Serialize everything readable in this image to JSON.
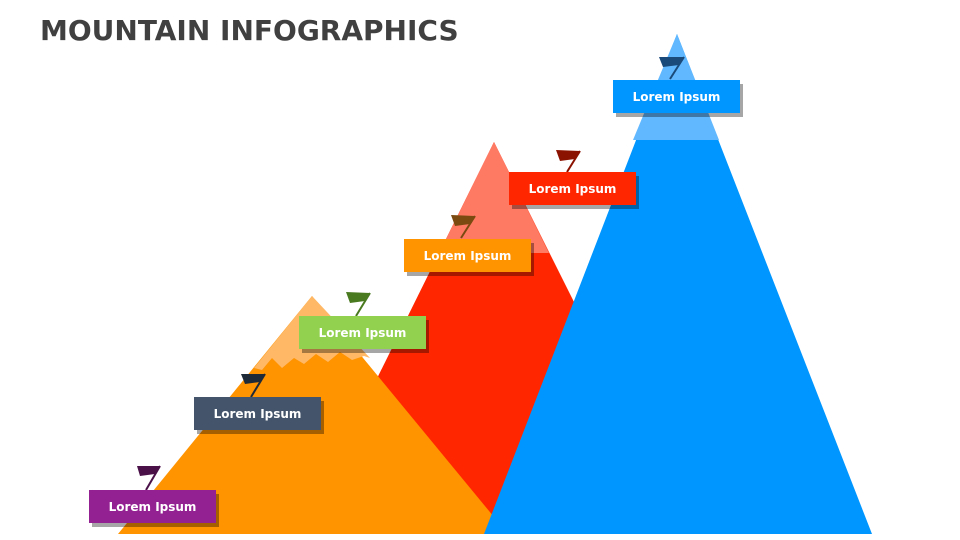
{
  "title": "MOUNTAIN INFOGRAPHICS",
  "colors": {
    "title": "#404040",
    "orange_mountain": "#FF9300",
    "orange_peak": "#FFB865",
    "red_mountain": "#FF2600",
    "red_peak": "#FF7A63",
    "blue_mountain": "#0096FF",
    "blue_peak": "#61B8FF"
  },
  "steps": [
    {
      "label": "Lorem Ipsum",
      "color": "#942192",
      "flag_color": "#4A1048"
    },
    {
      "label": "Lorem Ipsum",
      "color": "#44546A",
      "flag_color": "#1F2A38"
    },
    {
      "label": "Lorem Ipsum",
      "color": "#92D050",
      "flag_color": "#4A7A20"
    },
    {
      "label": "Lorem Ipsum",
      "color": "#FF9300",
      "flag_color": "#7A4A10"
    },
    {
      "label": "Lorem Ipsum",
      "color": "#FF2600",
      "flag_color": "#8B1200"
    },
    {
      "label": "Lorem Ipsum",
      "color": "#0096FF",
      "flag_color": "#1A4A7A"
    }
  ]
}
